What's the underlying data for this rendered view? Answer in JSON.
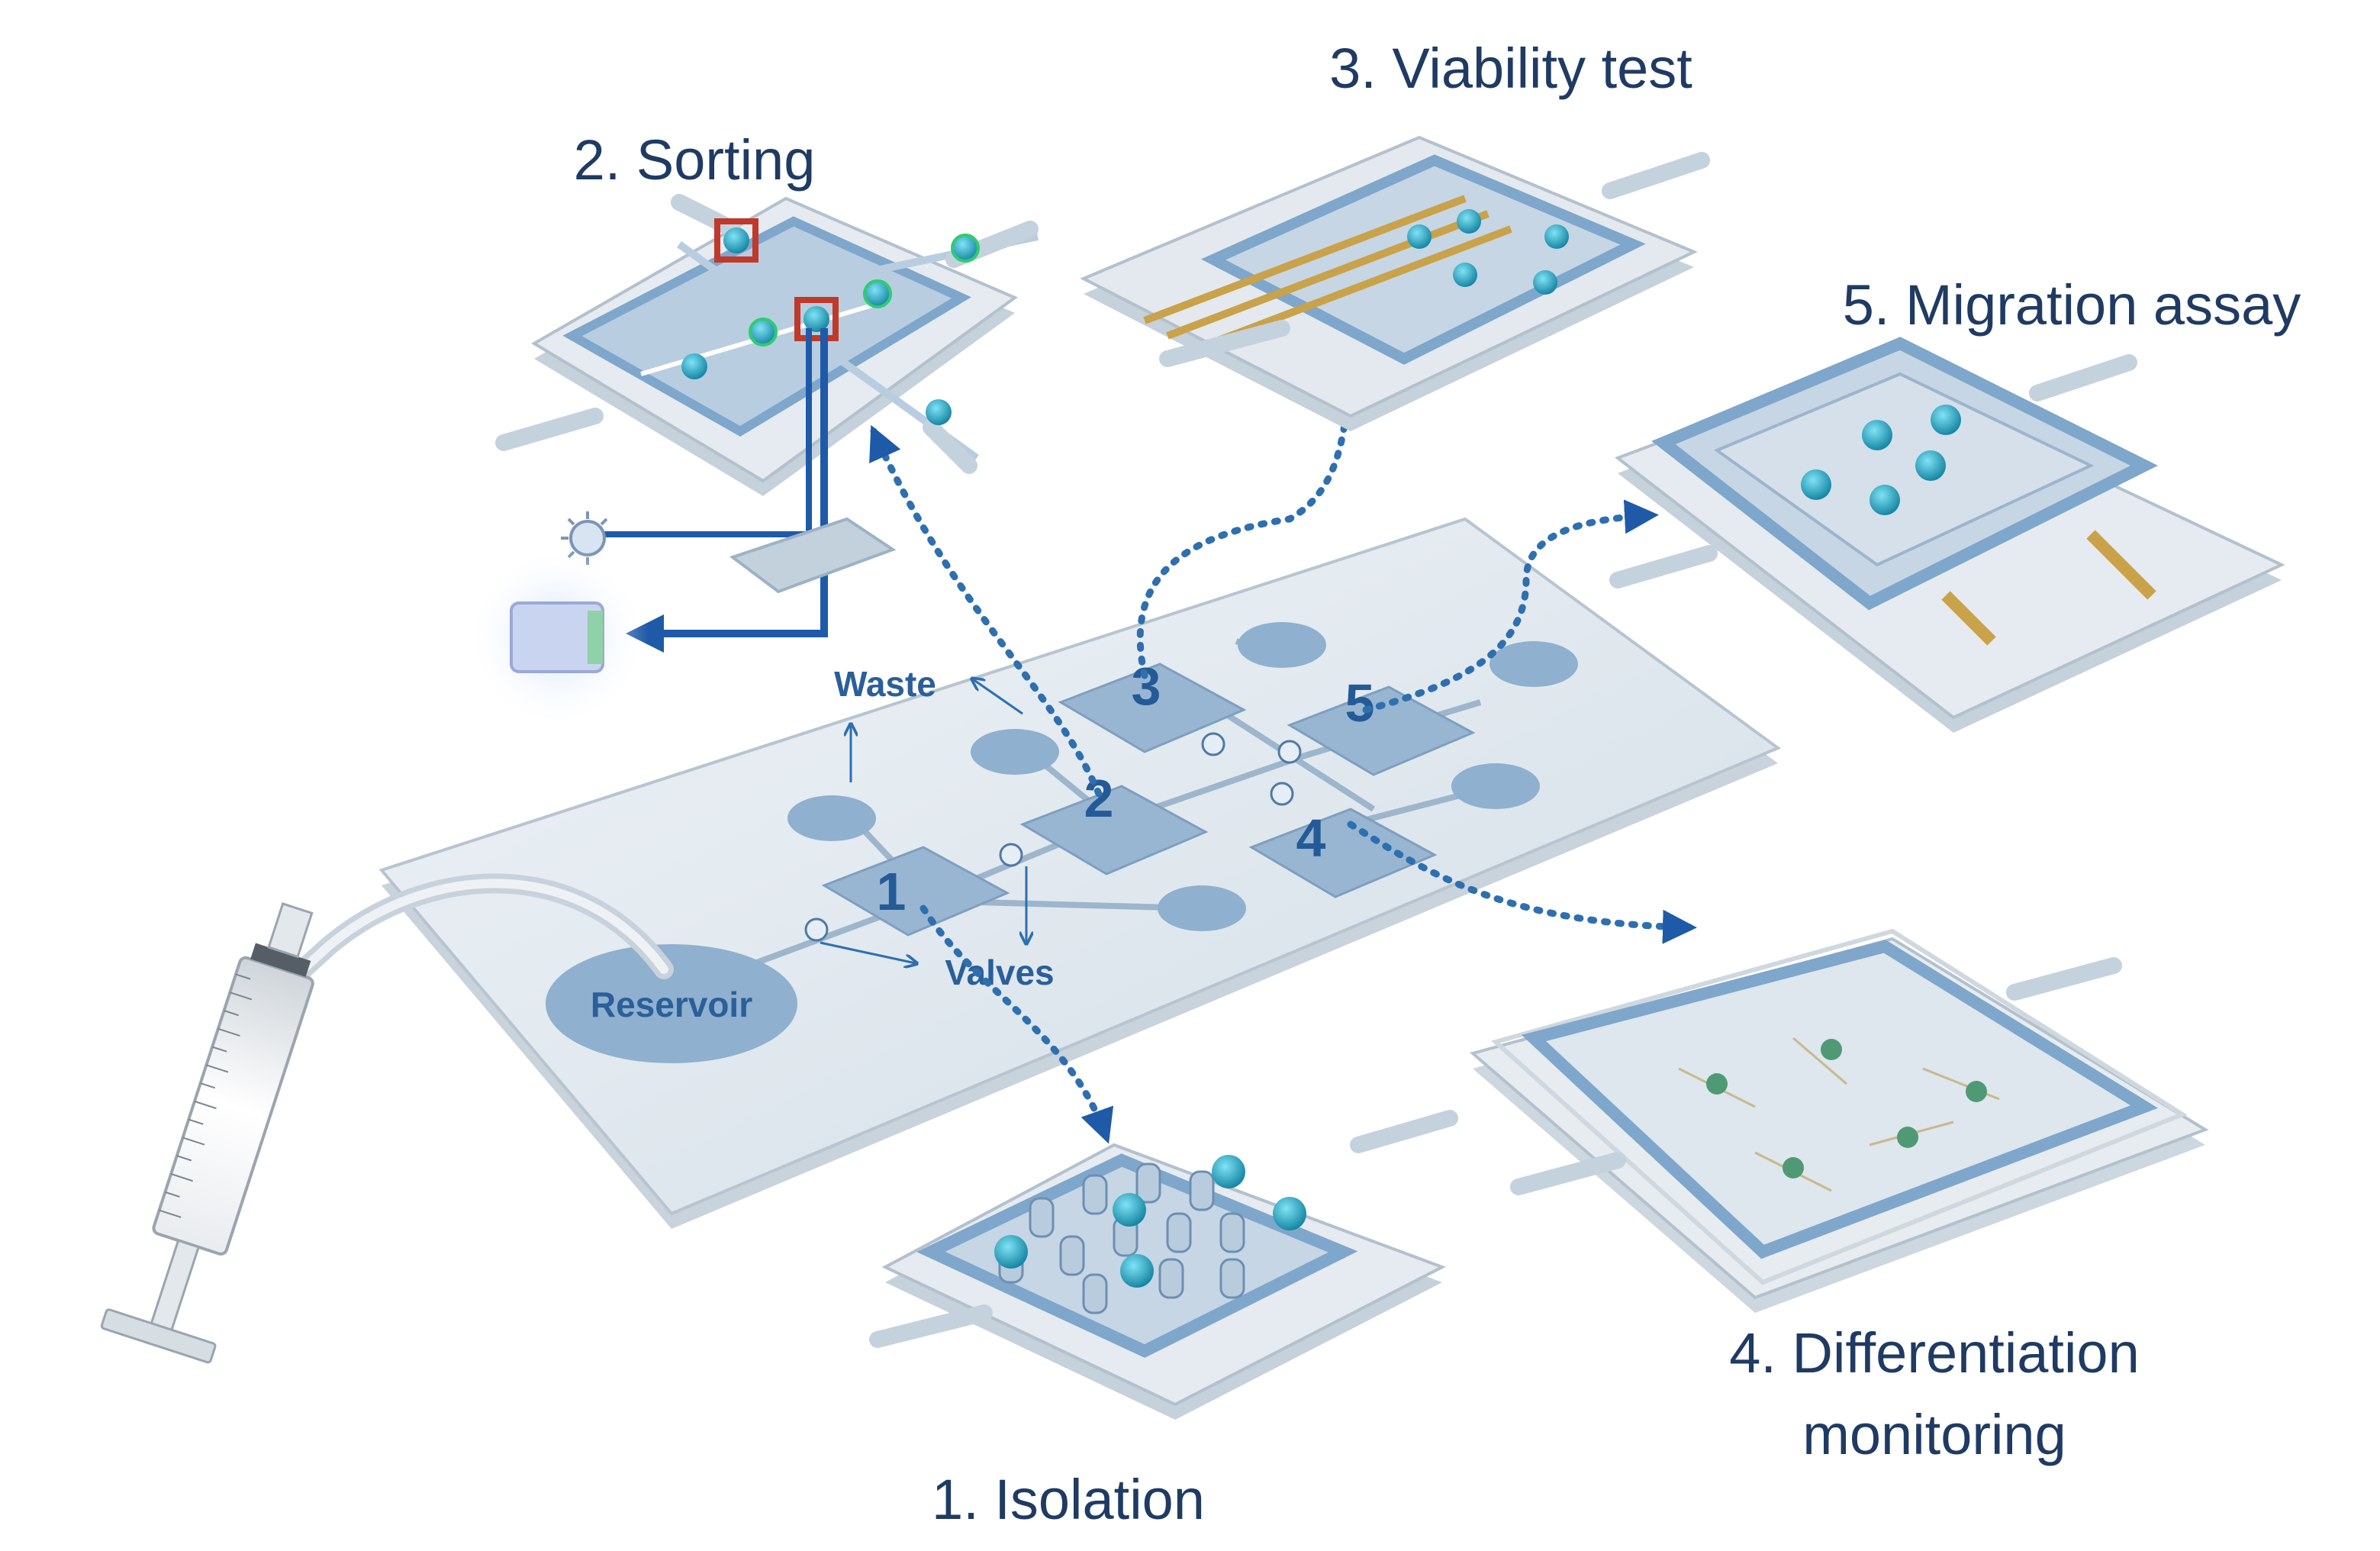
{
  "labels": {
    "sorting": "2. Sorting",
    "viability": "3. Viability test",
    "migration": "5. Migration assay",
    "differentiation_line1": "4. Differentiation",
    "differentiation_line2": "monitoring",
    "isolation": "1. Isolation",
    "waste": "Waste",
    "valves": "Valves",
    "reservoir": "Reservoir"
  },
  "chamber_numbers": [
    "1",
    "2",
    "3",
    "4",
    "5"
  ],
  "colors": {
    "heading": "#1f3b63",
    "chip_glass": "#dfe7ee",
    "chamber": "#8fb0cf",
    "arrow": "#2e6fb0",
    "cell": "#1fb3d4",
    "laser_frame": "#c0392b",
    "electrode": "#c9a24a"
  }
}
